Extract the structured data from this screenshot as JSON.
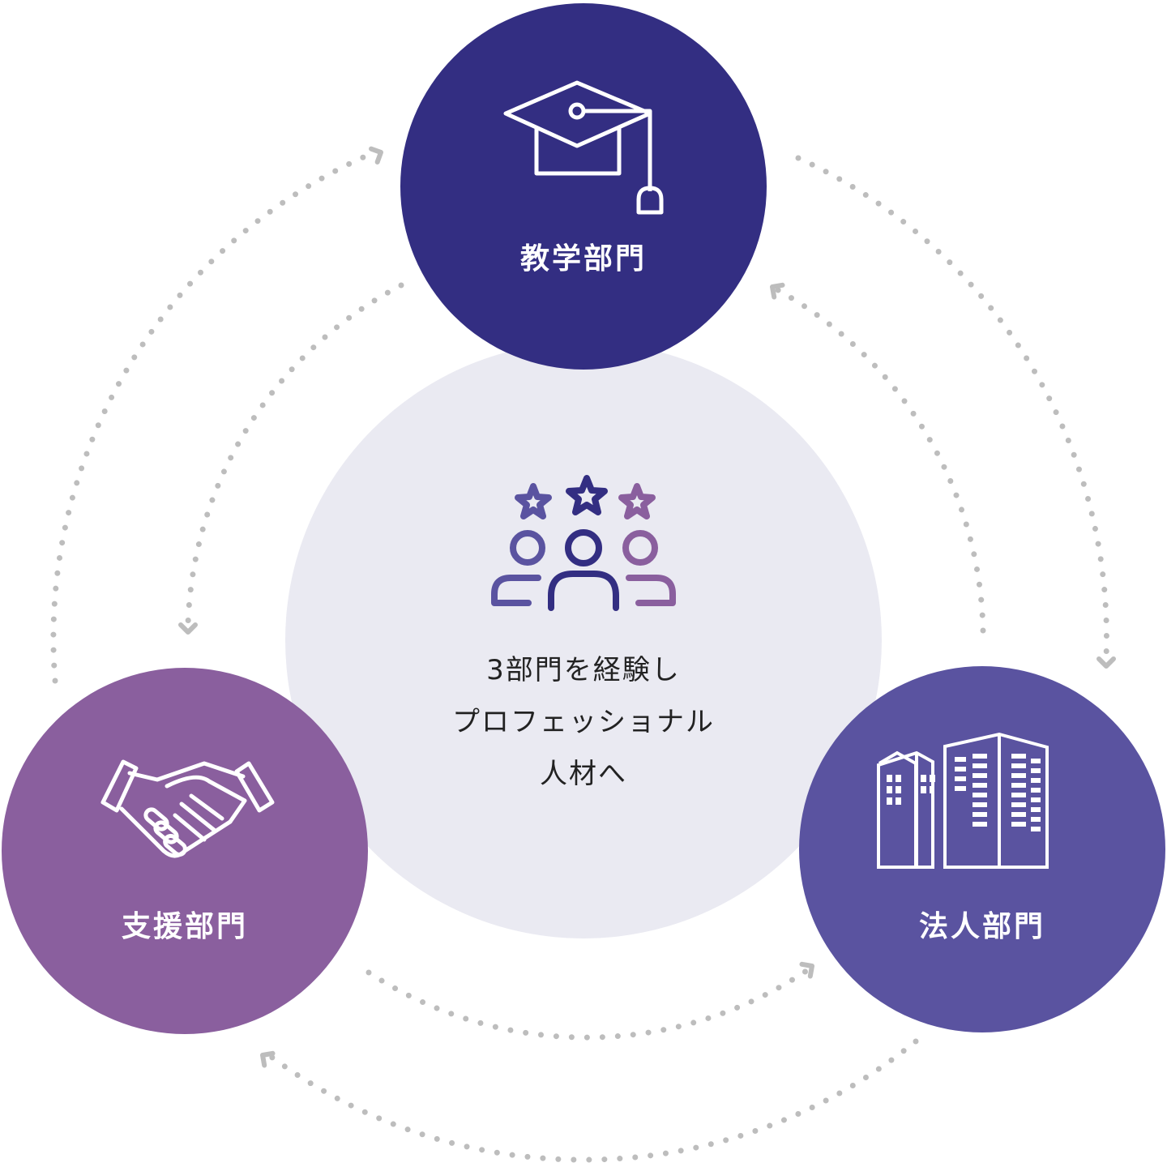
{
  "center": {
    "lines": [
      "3部門を経験し",
      "プロフェッショナル",
      "人材へ"
    ],
    "icon": "people-stars-icon"
  },
  "departments": [
    {
      "label": "教学部門",
      "icon": "graduation-cap-icon",
      "color": "#332E82"
    },
    {
      "label": "法人部門",
      "icon": "buildings-icon",
      "color": "#5A53A0"
    },
    {
      "label": "支援部門",
      "icon": "handshake-icon",
      "color": "#8A5F9E"
    }
  ],
  "colors": {
    "center_bg": "#EAEAF2",
    "dots": "#BDBDBD"
  }
}
